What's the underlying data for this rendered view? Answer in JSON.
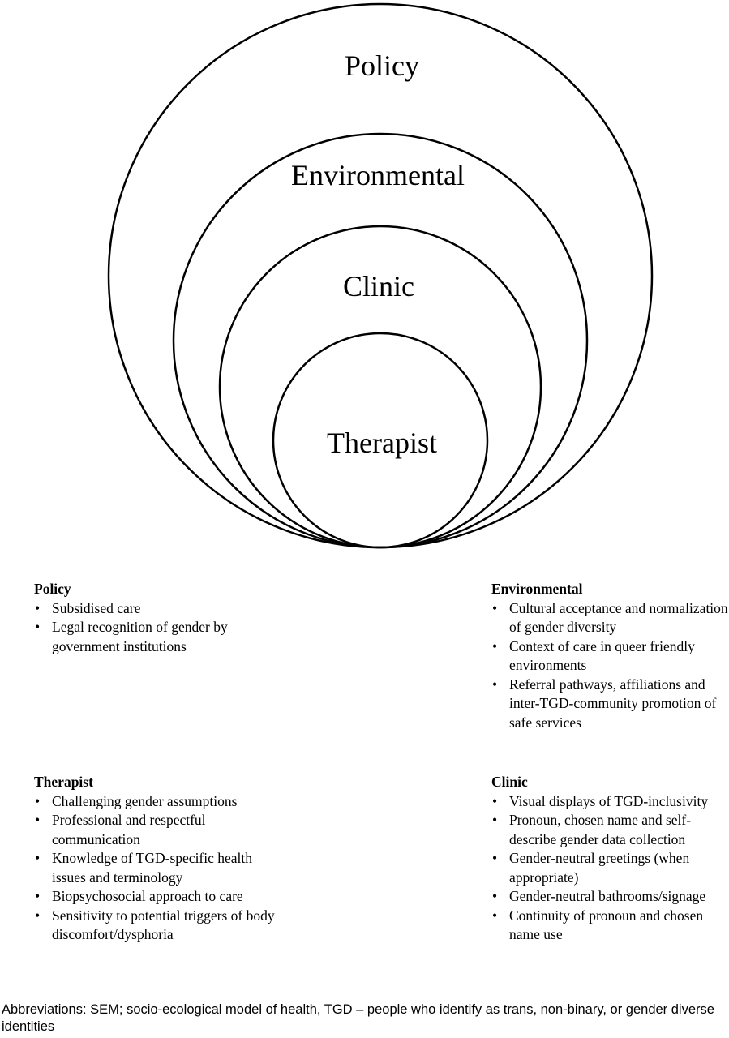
{
  "diagram": {
    "rings": [
      {
        "label": "Policy"
      },
      {
        "label": "Environmental"
      },
      {
        "label": "Clinic"
      },
      {
        "label": "Therapist"
      }
    ]
  },
  "panels": {
    "policy": {
      "title": "Policy",
      "items": [
        "Subsidised care",
        "Legal recognition of gender by government institutions"
      ]
    },
    "environmental": {
      "title": "Environmental",
      "items": [
        "Cultural acceptance and normalization of gender diversity",
        "Context of care in queer friendly environments",
        "Referral pathways, affiliations and inter-TGD-community promotion of safe services"
      ]
    },
    "therapist": {
      "title": "Therapist",
      "items": [
        "Challenging gender assumptions",
        "Professional and respectful communication",
        "Knowledge of TGD-specific health issues and terminology",
        "Biopsychosocial approach to care",
        "Sensitivity to potential triggers of body discomfort/dysphoria"
      ]
    },
    "clinic": {
      "title": "Clinic",
      "items": [
        "Visual displays of TGD-inclusivity",
        "Pronoun, chosen name and self-describe gender data collection",
        "Gender-neutral greetings (when appropriate)",
        "Gender-neutral bathrooms/signage",
        "Continuity of pronoun and chosen name use"
      ]
    }
  },
  "footnote": "Abbreviations: SEM; socio-ecological model of health, TGD – people who identify as trans, non-binary, or gender diverse identities"
}
